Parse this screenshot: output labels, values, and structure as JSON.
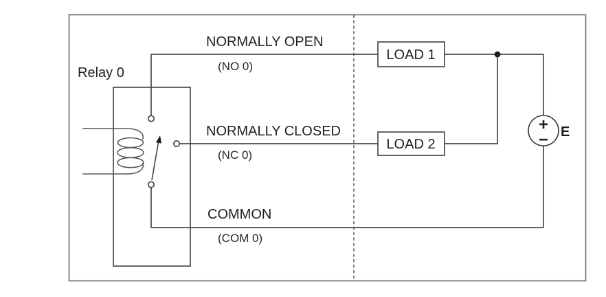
{
  "diagram": {
    "relay": {
      "label": "Relay 0"
    },
    "terminals": [
      {
        "name": "NORMALLY OPEN",
        "code": "(NO 0)"
      },
      {
        "name": "NORMALLY CLOSED",
        "code": "(NC 0)"
      },
      {
        "name": "COMMON",
        "code": "(COM 0)"
      }
    ],
    "loads": [
      {
        "label": "LOAD 1"
      },
      {
        "label": "LOAD 2"
      }
    ],
    "source": {
      "label": "E",
      "plus_sign": "+",
      "minus_sign": "−"
    },
    "colors": {
      "line": "#4a4a4a",
      "text": "#1f1f1f",
      "border": "#6b6b6b",
      "background": "#ffffff"
    }
  }
}
